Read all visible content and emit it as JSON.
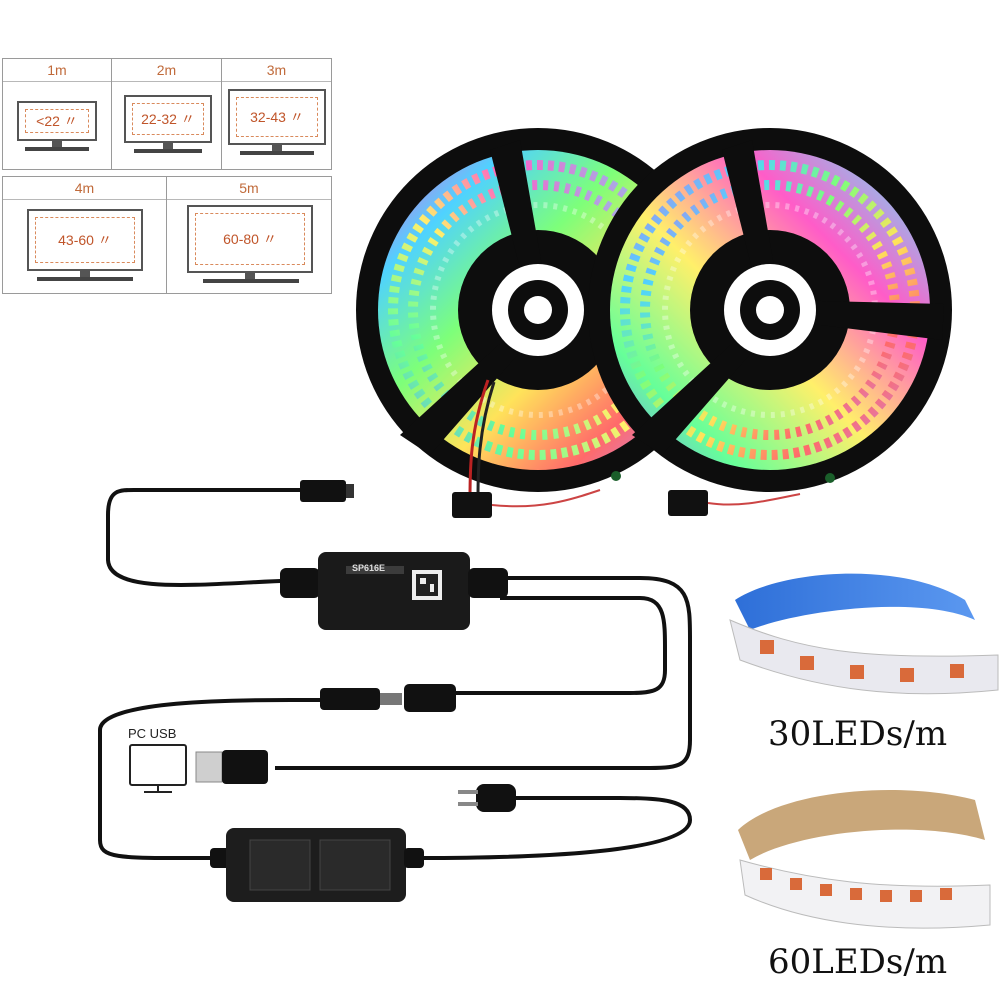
{
  "size_chart": {
    "row1": [
      {
        "length": "1m",
        "tv": "<22 〃"
      },
      {
        "length": "2m",
        "tv": "22-32 〃"
      },
      {
        "length": "3m",
        "tv": "32-43 〃"
      }
    ],
    "row2": [
      {
        "length": "4m",
        "tv": "43-60 〃"
      },
      {
        "length": "5m",
        "tv": "60-80 〃"
      }
    ]
  },
  "controller": {
    "model": "SP616E"
  },
  "pc_label": "PC USB",
  "strip_captions": {
    "top": "30LEDs/m",
    "bottom": "60LEDs/m"
  },
  "colors": {
    "cable": "#111111",
    "reel": "#0d0d0d",
    "chart_text": "#c06a3a"
  }
}
